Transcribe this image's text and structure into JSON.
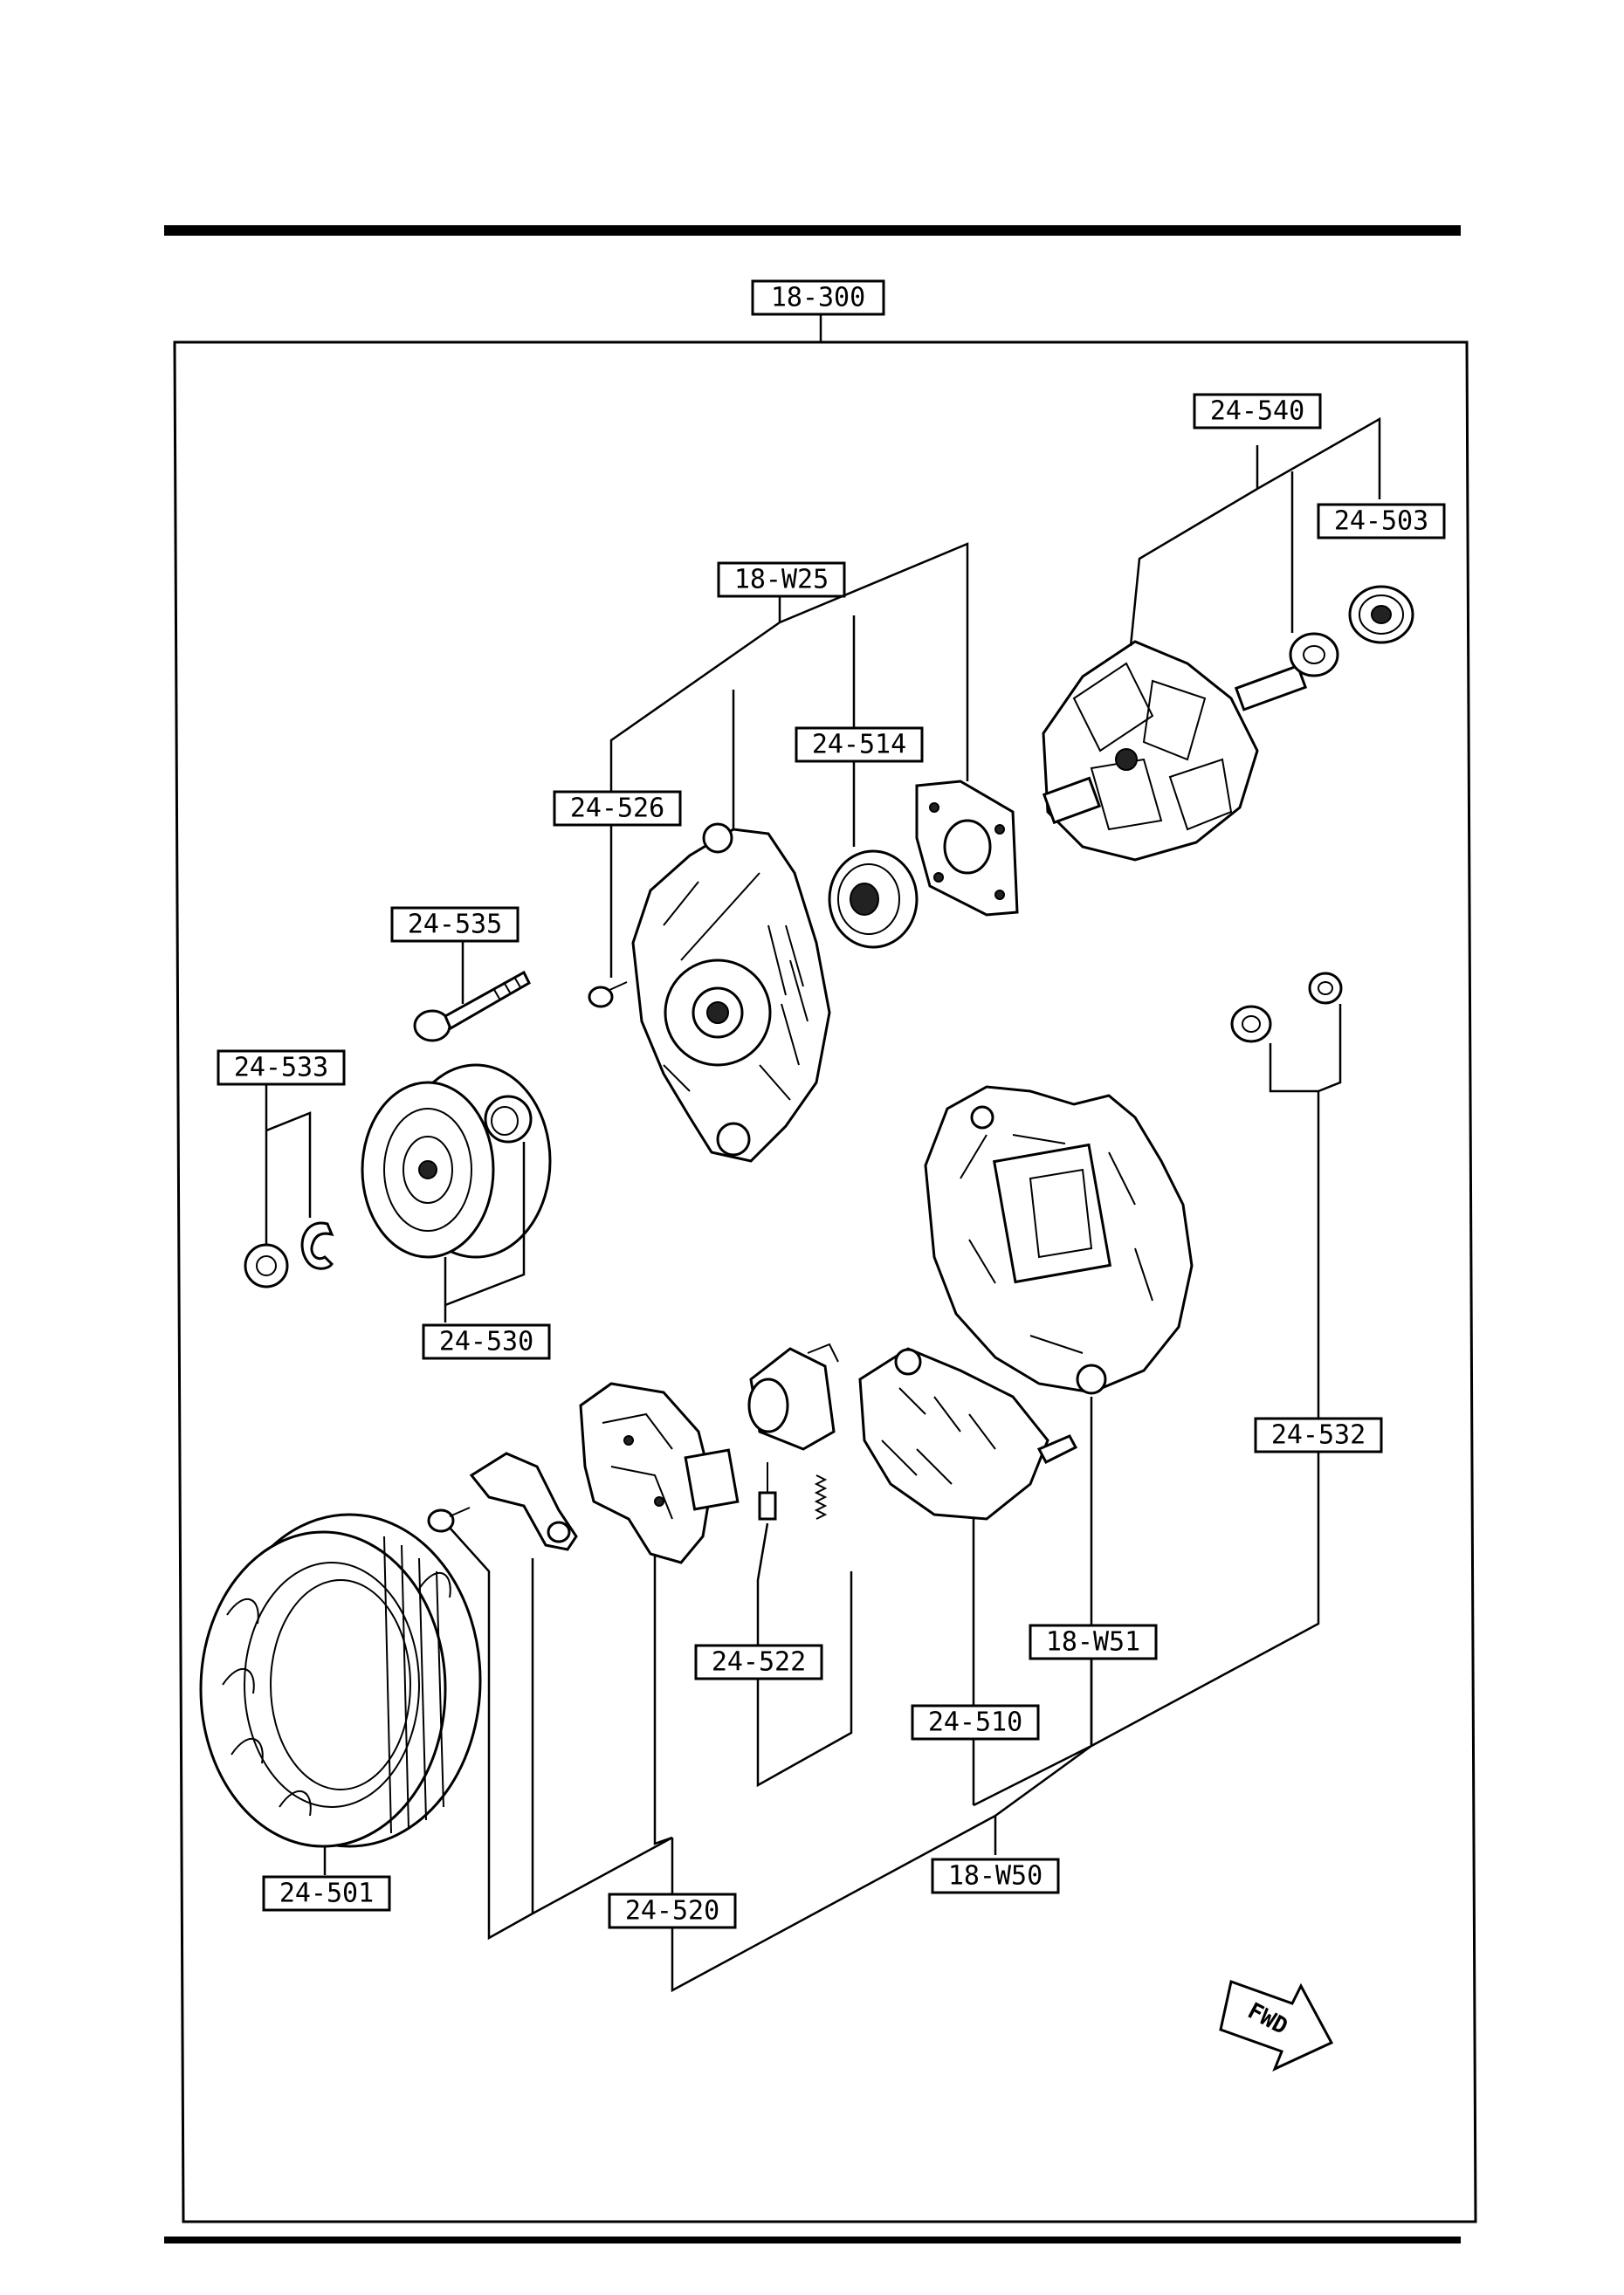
{
  "labels": {
    "assembly": "18-300",
    "rotor": "24-540",
    "rotor_nut": "24-503",
    "front_housing": "18-W25",
    "bearing_front": "24-514",
    "screw_front": "24-526",
    "through_bolt": "24-535",
    "pulley_nut": "24-533",
    "pulley": "24-530",
    "insulator": "24-532",
    "rear_housing": "18-W51",
    "brush": "24-522",
    "rectifier": "24-510",
    "regulator": "24-520",
    "rear_assy": "18-W50",
    "stator": "24-501"
  },
  "fwd_label": "FWD"
}
